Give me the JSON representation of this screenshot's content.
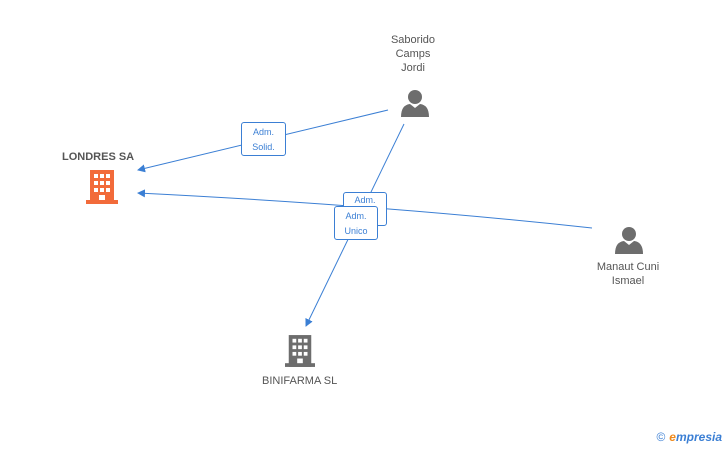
{
  "nodes": {
    "londres": {
      "label": "LONDRES SA",
      "color": "#f26b3a"
    },
    "binifarma": {
      "label": "BINIFARMA SL",
      "color": "#6d6d6d"
    },
    "saborido": {
      "lines": [
        "Saborido",
        "Camps",
        "Jordi"
      ],
      "color": "#6d6d6d"
    },
    "manaut": {
      "lines": [
        "Manaut Cuni",
        "Ismael"
      ],
      "color": "#6d6d6d"
    }
  },
  "edges": {
    "adm_solid": {
      "lines": [
        "Adm.",
        "Solid."
      ]
    },
    "adm_top": {
      "lines": [
        "Adm."
      ]
    },
    "adm_unico": {
      "lines": [
        "Adm.",
        "Unico"
      ]
    }
  },
  "colors": {
    "edge": "#3b7fd4",
    "text": "#555555"
  },
  "watermark": {
    "copyright": "©",
    "brand_first": "e",
    "brand_rest": "mpresia"
  }
}
